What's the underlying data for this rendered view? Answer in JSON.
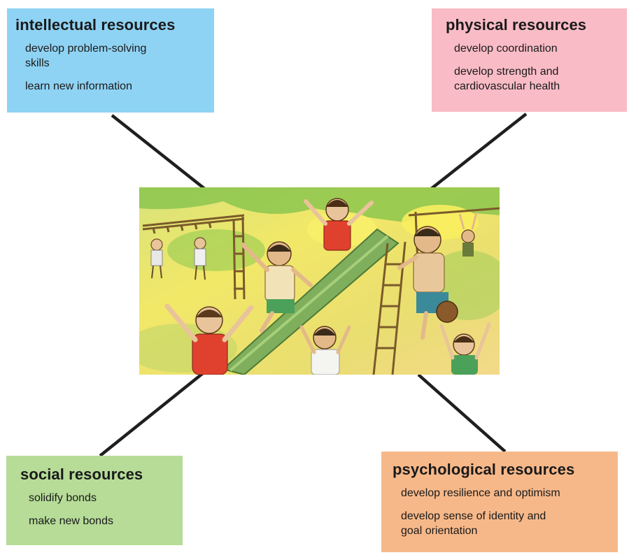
{
  "boxes": {
    "intellectual": {
      "title": "intellectual resources",
      "items": [
        "develop problem-solving",
        "skills",
        "learn new information"
      ]
    },
    "physical": {
      "title": "physical resources",
      "items": [
        "develop coordination",
        "develop strength and",
        "cardiovascular health"
      ]
    },
    "social": {
      "title": "social resources",
      "items": [
        "solidify bonds",
        "make new bonds"
      ]
    },
    "psychological": {
      "title": "psychological resources",
      "items": [
        "develop resilience and optimism",
        "develop sense of identity and",
        "goal orientation"
      ]
    }
  },
  "colors": {
    "intellectual": "#8fd3f4",
    "physical": "#f9bcc6",
    "social": "#b6dc98",
    "psychological": "#f7b889",
    "connector": "#1f1f1f"
  },
  "image": {
    "subject": "children-playing-on-playground-drawing"
  }
}
